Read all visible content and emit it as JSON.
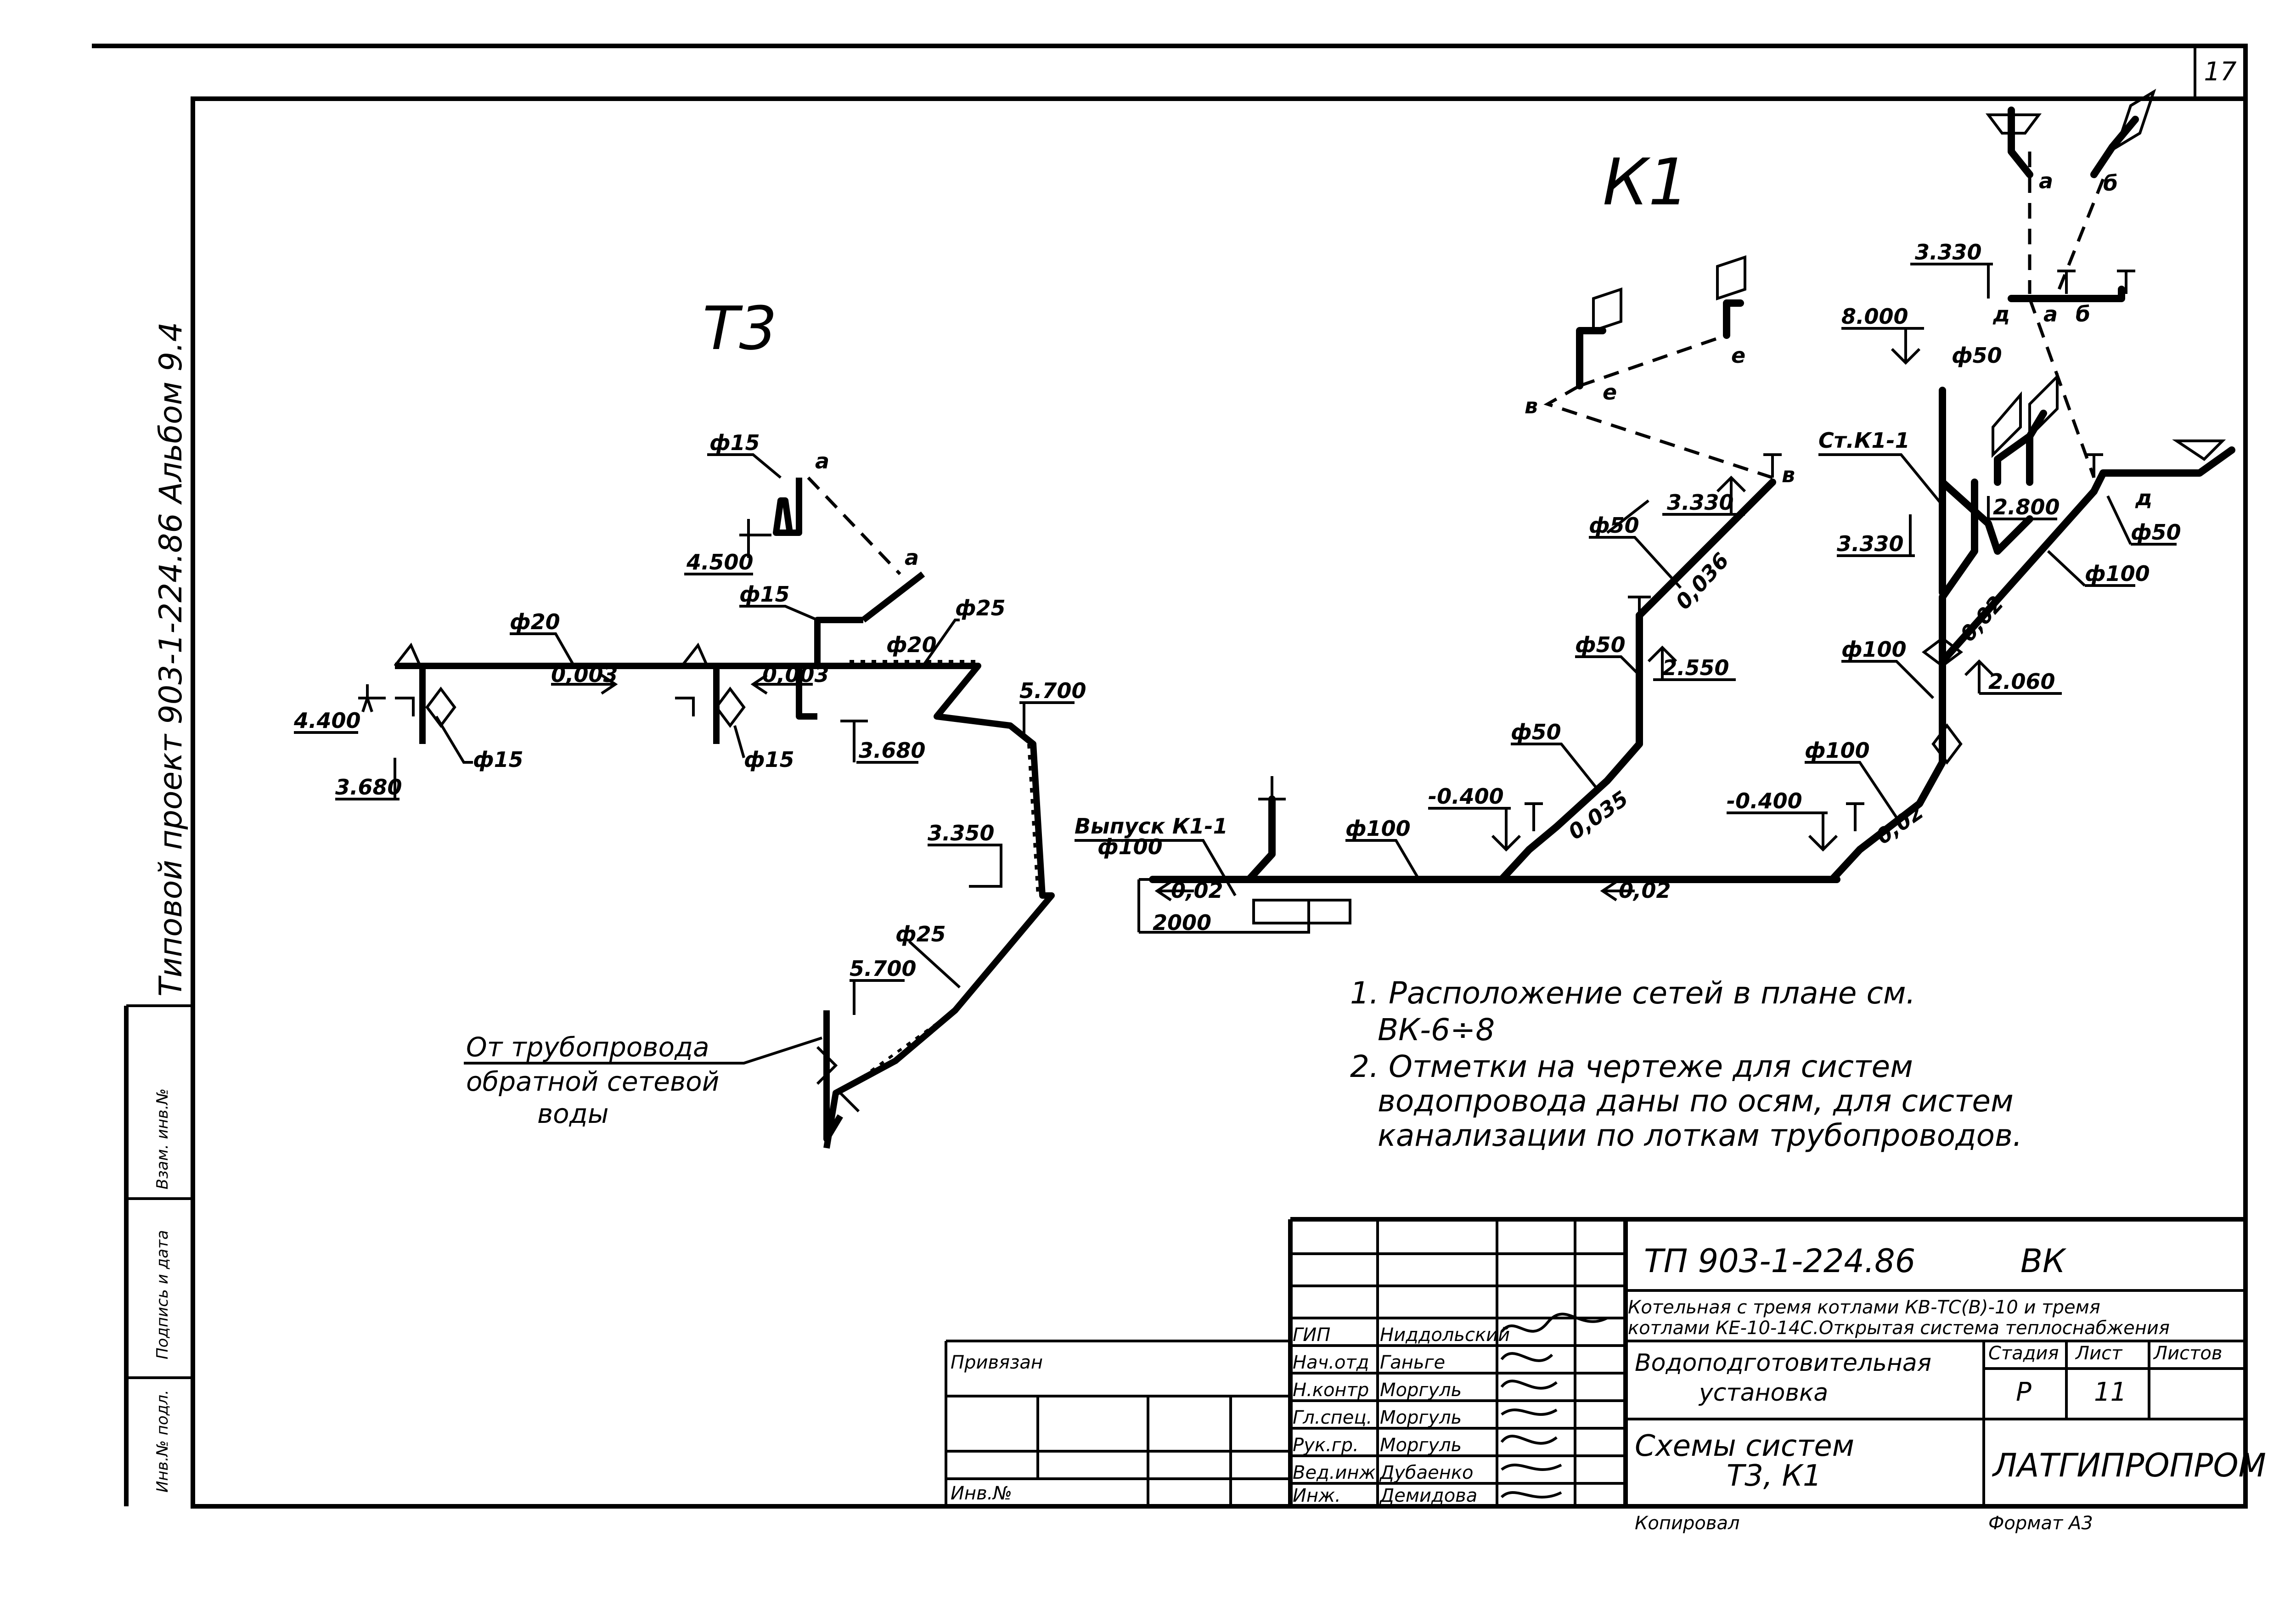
{
  "sheet": {
    "sheet_number": "17",
    "side_stamp": "Типовой проект 903-1-224.86 Альбом 9.4",
    "left_column": [
      "Инв.№ подл.",
      "Подпись и дата",
      "Взам. инв.№"
    ]
  },
  "t3": {
    "title": "Т3",
    "labels": {
      "d20": "ф20",
      "d15_top": "ф15",
      "d15_mid": "ф15",
      "d15_left": "ф15",
      "d15_right": "ф15",
      "d25_top": "ф25",
      "d20_b": "ф20",
      "d25_bottom": "ф25",
      "slope1": "0,003",
      "slope2": "0,003",
      "el_4400": "4.400",
      "el_3680_left": "3.680",
      "el_4500": "4.500",
      "el_3680_right": "3.680",
      "el_5700_top": "5.700",
      "el_3350": "3.350",
      "el_5700_bottom": "5.700",
      "pt_a1": "а",
      "pt_a2": "а"
    },
    "source_note": [
      "От трубопровода",
      "обратной сетевой",
      "воды"
    ]
  },
  "k1": {
    "title": "К1",
    "labels": {
      "vypusk": "Выпуск К1-1",
      "vypusk_d": "ф100",
      "slope_out": "0,02",
      "dist": "2000",
      "d100_main": "ф100",
      "slope_main": "0,02",
      "d50_a": "ф50",
      "d50_b": "ф50",
      "d50_c": "ф50",
      "d50_d": "ф50",
      "d50_e": "ф50",
      "d100_a": "ф100",
      "d100_b": "ф100",
      "d100_c": "ф100",
      "slope_a": "0,035",
      "slope_b": "0,036",
      "slope_c": "0,02",
      "slope_d": "0,02",
      "el_m0400_a": "-0.400",
      "el_m0400_b": "-0.400",
      "el_2550": "2.550",
      "el_3330_a": "3.330",
      "el_3330_b": "3.330",
      "el_3330_c": "3.330",
      "el_2800": "2.800",
      "el_2060": "2.060",
      "el_8000": "8.000",
      "riser": "Ст.К1-1",
      "pt_v1": "в",
      "pt_v2": "в",
      "pt_e1": "е",
      "pt_e2": "е",
      "pt_a": "а",
      "pt_b": "б",
      "pt_d1": "д",
      "pt_d2": "д",
      "pt_a2": "а",
      "pt_b2": "б"
    }
  },
  "notes": [
    "1. Расположение сетей в плане см.",
    "ВК-6÷8",
    "2. Отметки на чертеже для систем",
    "водопровода даны по осям, для систем",
    "канализации по лоткам трубопроводов."
  ],
  "title_block": {
    "project_code": "ТП 903-1-224.86",
    "mark": "ВК",
    "object_line1": "Котельная с тремя котлами КВ-ТС(В)-10 и тремя",
    "object_line2": "котлами КЕ-10-14С.Открытая система теплоснабжения",
    "building": [
      "Водоподготовительная",
      "установка"
    ],
    "sheet_title": [
      "Схемы систем",
      "Т3, К1"
    ],
    "stage_header": "Стадия",
    "sheet_header": "Лист",
    "sheets_header": "Листов",
    "stage": "Р",
    "sheet_no": "11",
    "org": "ЛАТГИПРОПРОМ",
    "privyazan": "Привязан",
    "inv_no": "Инв.№",
    "roles": [
      "ГИП",
      "Нач.отд",
      "Н.контр",
      "Гл.спец.",
      "Рук.гр.",
      "Вед.инж.",
      "Инж."
    ],
    "names": [
      "Ниддольский",
      "Ганьге",
      "Моргуль",
      "Моргуль",
      "Моргуль",
      "Дубаенко",
      "Демидова"
    ],
    "copied": "Копировал",
    "format": "Формат А3"
  }
}
